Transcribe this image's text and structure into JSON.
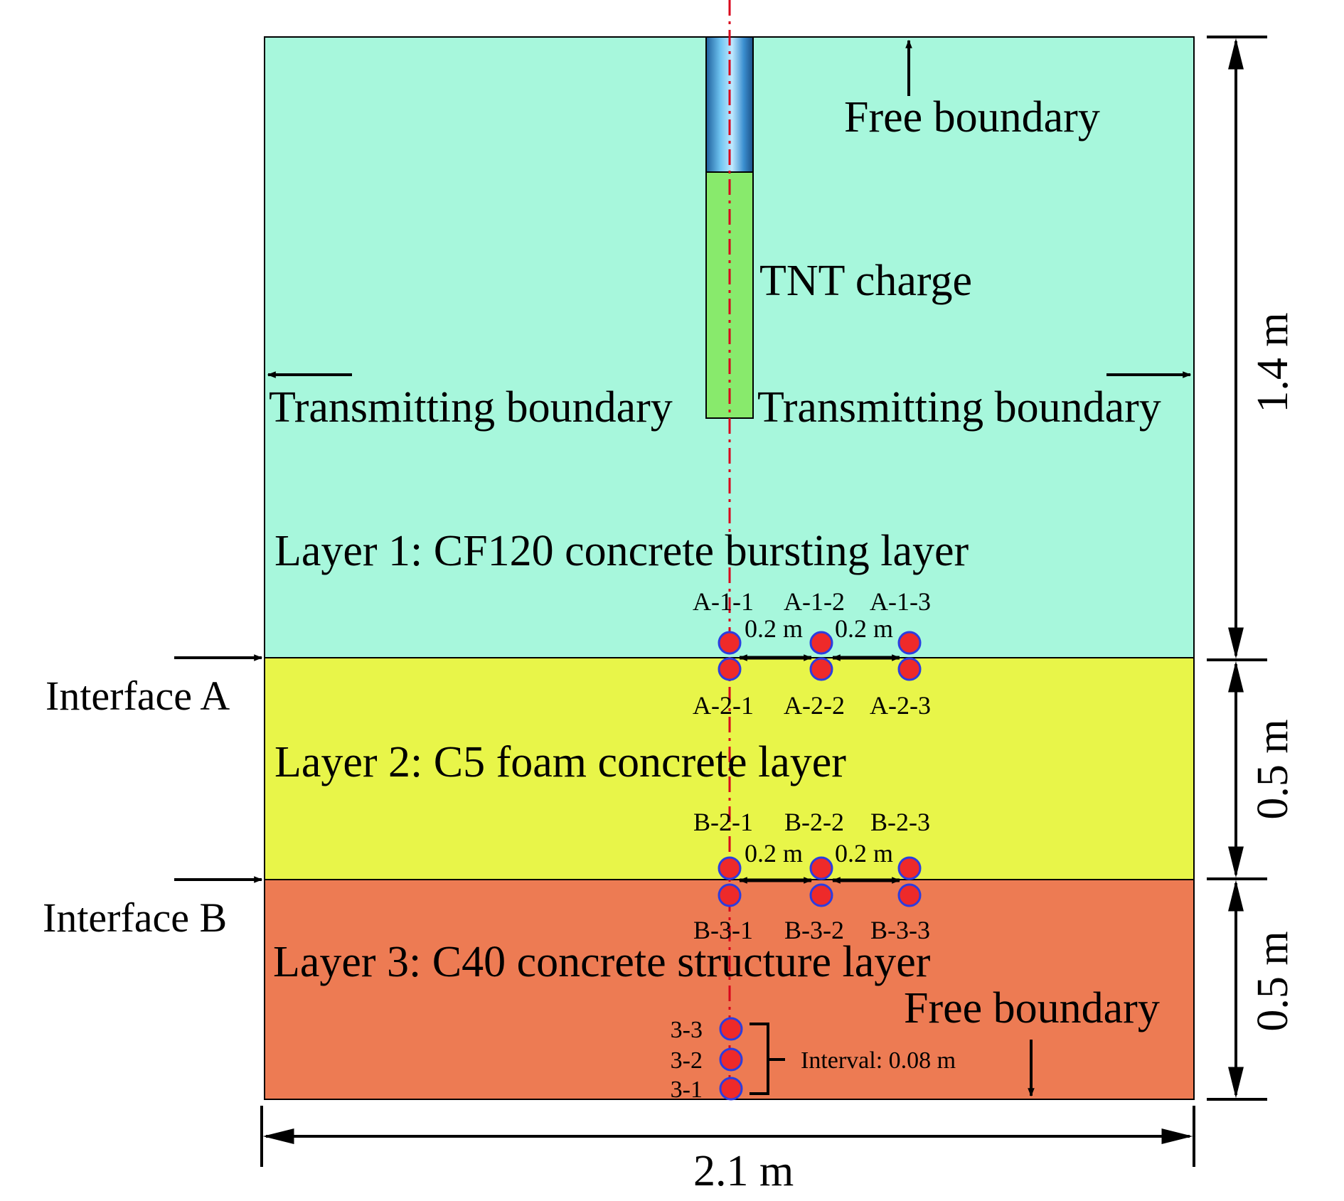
{
  "diagram": {
    "layers": [
      {
        "key": "layer1",
        "label": "Layer 1: CF120 concrete bursting layer",
        "color": "#a7f7dc"
      },
      {
        "key": "layer2",
        "label": "Layer 2: C5 foam concrete layer",
        "color": "#e8f549"
      },
      {
        "key": "layer3",
        "label": "Layer 3: C40 concrete structure layer",
        "color": "#ed7b53"
      }
    ],
    "charge": {
      "label": "TNT charge",
      "fill_color": "#88ea6c",
      "tube_color": "#2c86c9"
    },
    "boundaries": {
      "free_top": "Free boundary",
      "free_bottom": "Free boundary",
      "transmitting_left": "Transmitting boundary",
      "transmitting_right": "Transmitting boundary"
    },
    "interfaces": {
      "a": "Interface A",
      "b": "Interface B"
    },
    "dimensions": {
      "width": "2.1 m",
      "layer1_height": "1.4 m",
      "layer2_height": "0.5 m",
      "layer3_height": "0.5 m"
    },
    "gauges": {
      "interface_a_top": [
        "A-1-1",
        "A-1-2",
        "A-1-3"
      ],
      "interface_a_bottom": [
        "A-2-1",
        "A-2-2",
        "A-2-3"
      ],
      "interface_b_top": [
        "B-2-1",
        "B-2-2",
        "B-2-3"
      ],
      "interface_b_bottom": [
        "B-3-1",
        "B-3-2",
        "B-3-3"
      ],
      "spacing_label": "0.2 m",
      "vertical": [
        "3-3",
        "3-2",
        "3-1"
      ],
      "vertical_interval": "Interval: 0.08 m",
      "marker_fill": "#ee2a2a",
      "marker_stroke": "#2b3de0"
    },
    "axis_color": "#d9001b"
  }
}
